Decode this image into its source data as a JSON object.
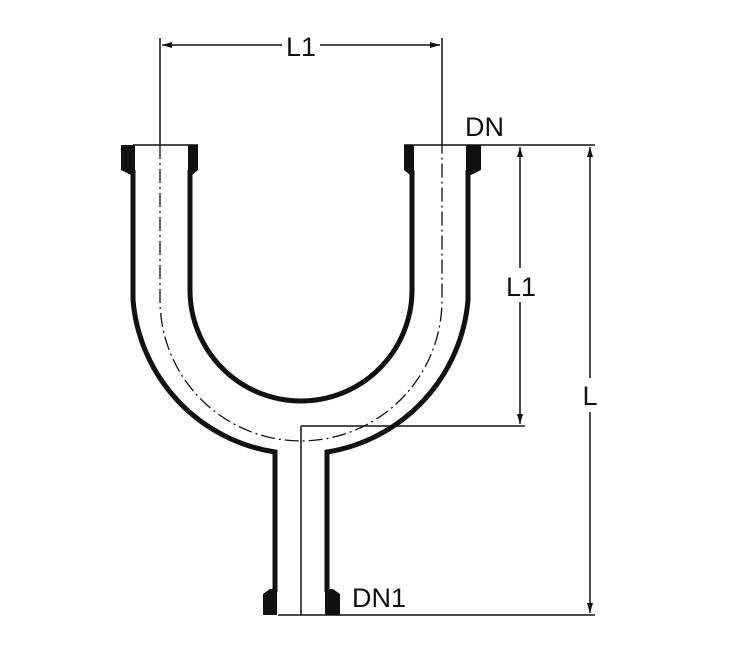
{
  "labels": {
    "top_dimension": "L1",
    "side_dimension": "L1",
    "overall_length": "L",
    "nominal_diameter": "DN",
    "branch_diameter": "DN1"
  },
  "colors": {
    "line": "#111111",
    "background": "#ffffff"
  }
}
